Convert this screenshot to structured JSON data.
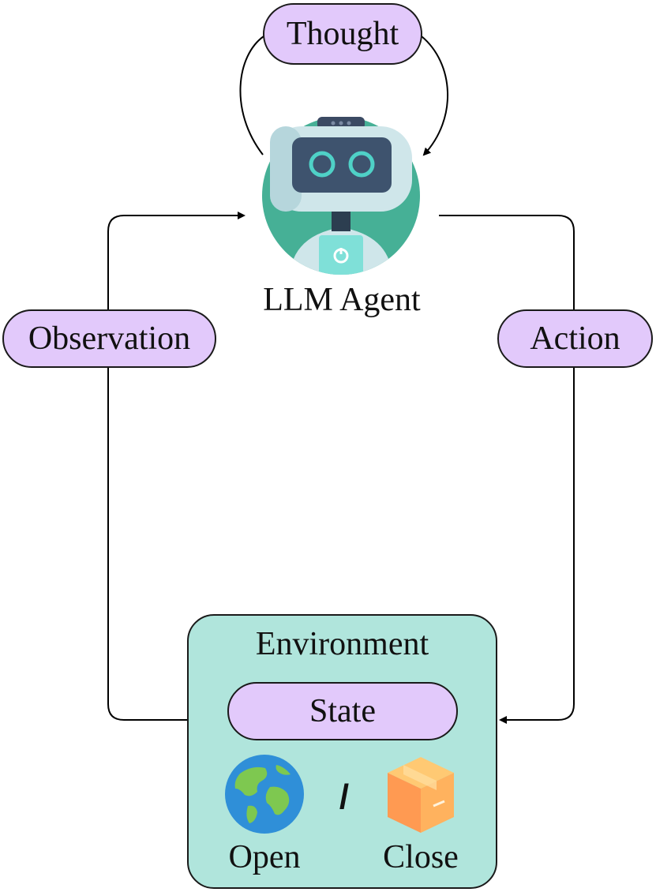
{
  "agent": {
    "label": "LLM Agent",
    "icon": "robot-icon"
  },
  "flow": {
    "thought": "Thought",
    "observation": "Observation",
    "action": "Action"
  },
  "environment": {
    "title": "Environment",
    "state": "State",
    "separator": "/",
    "options": [
      {
        "label": "Open",
        "icon": "globe-icon"
      },
      {
        "label": "Close",
        "icon": "box-icon"
      }
    ]
  },
  "colors": {
    "pill_fill": "#e2c9fb",
    "environment_fill": "#b0e5dc",
    "line": "#000000"
  }
}
